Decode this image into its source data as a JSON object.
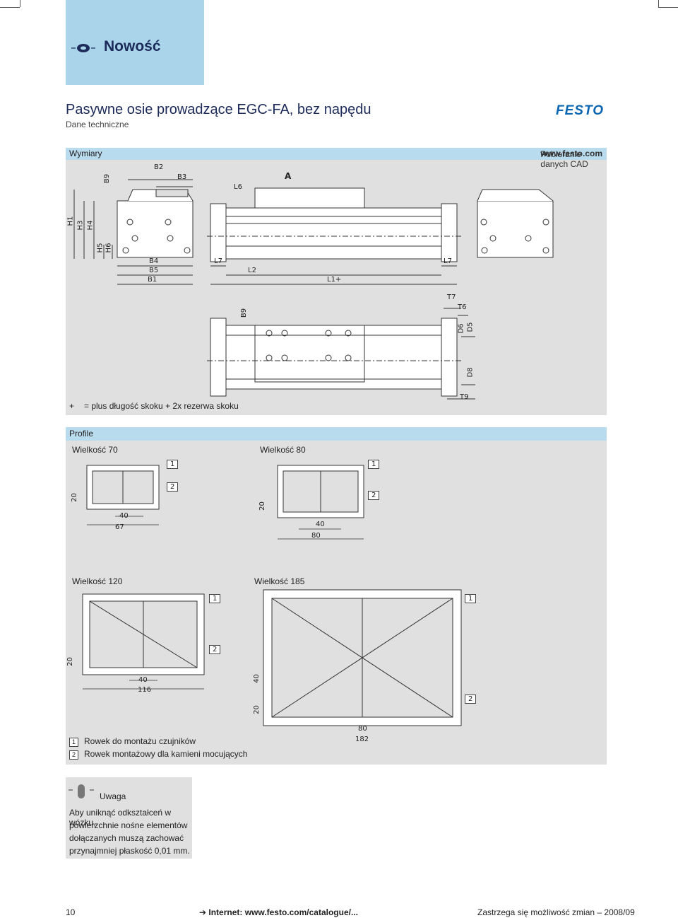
{
  "badge": {
    "label": "Nowość"
  },
  "header": {
    "title": "Pasywne osie prowadzące EGC-FA, bez napędu",
    "subtitle": "Dane techniczne",
    "brand": "FESTO"
  },
  "dimensions": {
    "heading": "Wymiary",
    "cad_label": "Pobieranie danych CAD",
    "cad_link": "www.festo.com",
    "footnote_symbol": "+",
    "footnote_text": "= plus długość skoku + 2x rezerwa skoku",
    "labels": {
      "b9": "B9",
      "b2": "B2",
      "b3": "B3",
      "l6": "L6",
      "a": "A",
      "h1": "H1",
      "h3": "H3",
      "h4": "H4",
      "h5": "H5",
      "h6": "H6",
      "b4": "B4",
      "b5": "B5",
      "b1": "B1",
      "l7a": "L7",
      "l2": "L2",
      "l1": "L1+",
      "l7b": "L7",
      "t7": "T7",
      "t6": "T6",
      "d6": "D6",
      "d5": "D5",
      "b9b": "B9",
      "d8": "D8",
      "t9": "T9"
    }
  },
  "profile": {
    "heading": "Profile",
    "size70": {
      "label": "Wielkość 70",
      "d20": "20",
      "d40": "40",
      "d67": "67",
      "m1": "1",
      "m2": "2"
    },
    "size80": {
      "label": "Wielkość 80",
      "d20": "20",
      "d40": "40",
      "d80": "80",
      "m1": "1",
      "m2": "2"
    },
    "size120": {
      "label": "Wielkość 120",
      "d20": "20",
      "d40": "40",
      "d116": "116",
      "m1": "1",
      "m2": "2"
    },
    "size185": {
      "label": "Wielkość 185",
      "d20": "20",
      "d40": "40",
      "d80": "80",
      "d182": "182",
      "m1": "1",
      "m2": "2"
    },
    "legend": [
      {
        "num": "1",
        "text": "Rowek do montażu czujników"
      },
      {
        "num": "2",
        "text": "Rowek montażowy dla kamieni mocujących"
      }
    ]
  },
  "note": {
    "heading": "Uwaga",
    "lines": [
      "Aby uniknąć odkształceń w wózku,",
      "powierzchnie nośne elementów",
      "dołączanych muszą zachować",
      "przynajmniej płaskość 0,01 mm."
    ]
  },
  "footer": {
    "page": "10",
    "internet": "Internet: www.festo.com/catalogue/...",
    "rights": "Zastrzega się możliwość zmian – 2008/09"
  },
  "colors": {
    "badge": "#a9d4e9",
    "panel": "#e0e0e0",
    "panel_head": "#b9dbee",
    "brand": "#0a66b3",
    "title": "#1c2a5a"
  }
}
